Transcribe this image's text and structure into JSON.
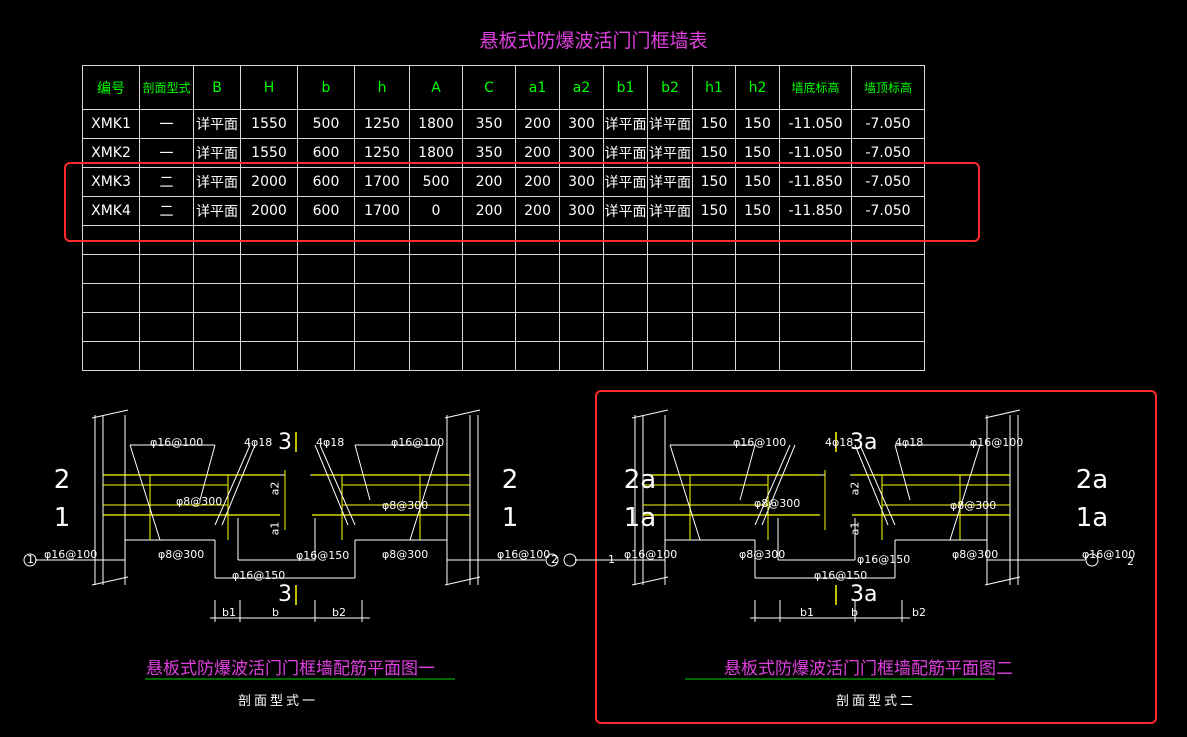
{
  "title": "悬板式防爆波活门门框墙表",
  "table": {
    "headers": [
      "编号",
      "剖面型式",
      "B",
      "H",
      "b",
      "h",
      "A",
      "C",
      "a1",
      "a2",
      "b1",
      "b2",
      "h1",
      "h2",
      "墙底标高",
      "墙顶标高"
    ],
    "rows": [
      [
        "XMK1",
        "一",
        "详平面",
        "1550",
        "500",
        "1250",
        "1800",
        "350",
        "200",
        "300",
        "详平面",
        "详平面",
        "150",
        "150",
        "-11.050",
        "-7.050"
      ],
      [
        "XMK2",
        "一",
        "详平面",
        "1550",
        "600",
        "1250",
        "1800",
        "350",
        "200",
        "300",
        "详平面",
        "详平面",
        "150",
        "150",
        "-11.050",
        "-7.050"
      ],
      [
        "XMK3",
        "二",
        "详平面",
        "2000",
        "600",
        "1700",
        "500",
        "200",
        "200",
        "300",
        "详平面",
        "详平面",
        "150",
        "150",
        "-11.850",
        "-7.050"
      ],
      [
        "XMK4",
        "二",
        "详平面",
        "2000",
        "600",
        "1700",
        "0",
        "200",
        "200",
        "300",
        "详平面",
        "详平面",
        "150",
        "150",
        "-11.850",
        "-7.050"
      ],
      [
        "",
        "",
        "",
        "",
        "",
        "",
        "",
        "",
        "",
        "",
        "",
        "",
        "",
        "",
        "",
        ""
      ],
      [
        "",
        "",
        "",
        "",
        "",
        "",
        "",
        "",
        "",
        "",
        "",
        "",
        "",
        "",
        "",
        ""
      ],
      [
        "",
        "",
        "",
        "",
        "",
        "",
        "",
        "",
        "",
        "",
        "",
        "",
        "",
        "",
        "",
        ""
      ],
      [
        "",
        "",
        "",
        "",
        "",
        "",
        "",
        "",
        "",
        "",
        "",
        "",
        "",
        "",
        "",
        ""
      ],
      [
        "",
        "",
        "",
        "",
        "",
        "",
        "",
        "",
        "",
        "",
        "",
        "",
        "",
        "",
        "",
        ""
      ]
    ]
  },
  "plan1": {
    "caption": "悬板式防爆波活门门框墙配筋平面图一",
    "subcaption": "剖面型式一",
    "left_top": "2",
    "left_bot": "1",
    "right_top": "2",
    "right_bot": "1",
    "sec_top": "3",
    "sec_bot": "3",
    "axis_left": "1",
    "axis_right": "2",
    "labels": {
      "p16_100_l": "φ16@100",
      "p16_100_r": "φ16@100",
      "d4_18_l": "4φ18",
      "d4_18_r": "4φ18",
      "p8_300_l": "φ8@300",
      "p8_300_r": "φ8@300",
      "p8_300_bl": "φ8@300",
      "p8_300_br": "φ8@300",
      "p16_150_a": "φ16@150",
      "p16_150_b": "φ16@150",
      "p16_100_axl": "φ16@100",
      "p16_100_axr": "φ16@100",
      "a1": "a1",
      "a2": "a2",
      "b1": "b1",
      "b": "b",
      "b2": "b2"
    }
  },
  "plan2": {
    "caption": "悬板式防爆波活门门框墙配筋平面图二",
    "subcaption": "剖面型式二",
    "left_top": "2a",
    "left_bot": "1a",
    "right_top": "2a",
    "right_bot": "1a",
    "sec_top": "3a",
    "sec_bot": "3a",
    "axis_left": "1",
    "axis_right": "2",
    "labels": {
      "p16_100_l": "φ16@100",
      "p16_100_r": "φ16@100",
      "d4_18_l": "4φ18",
      "d4_18_r": "4φ18",
      "p8_300_l": "φ8@300",
      "p8_300_r": "φ8@300",
      "p8_300_bl": "φ8@300",
      "p8_300_br": "φ8@300",
      "p16_150_a": "φ16@150",
      "p16_150_b": "φ16@150",
      "p16_100_axl": "φ16@100",
      "p16_100_axr": "φ16@100",
      "a1": "a1",
      "a2": "a2",
      "b1": "b1",
      "b": "b",
      "b2": "b2"
    }
  },
  "colors": {
    "title": "#e040e0",
    "header": "#00ff00",
    "highlight": "#ff2b2b",
    "rebar": "#ffff00",
    "concrete": "#ffffff"
  }
}
